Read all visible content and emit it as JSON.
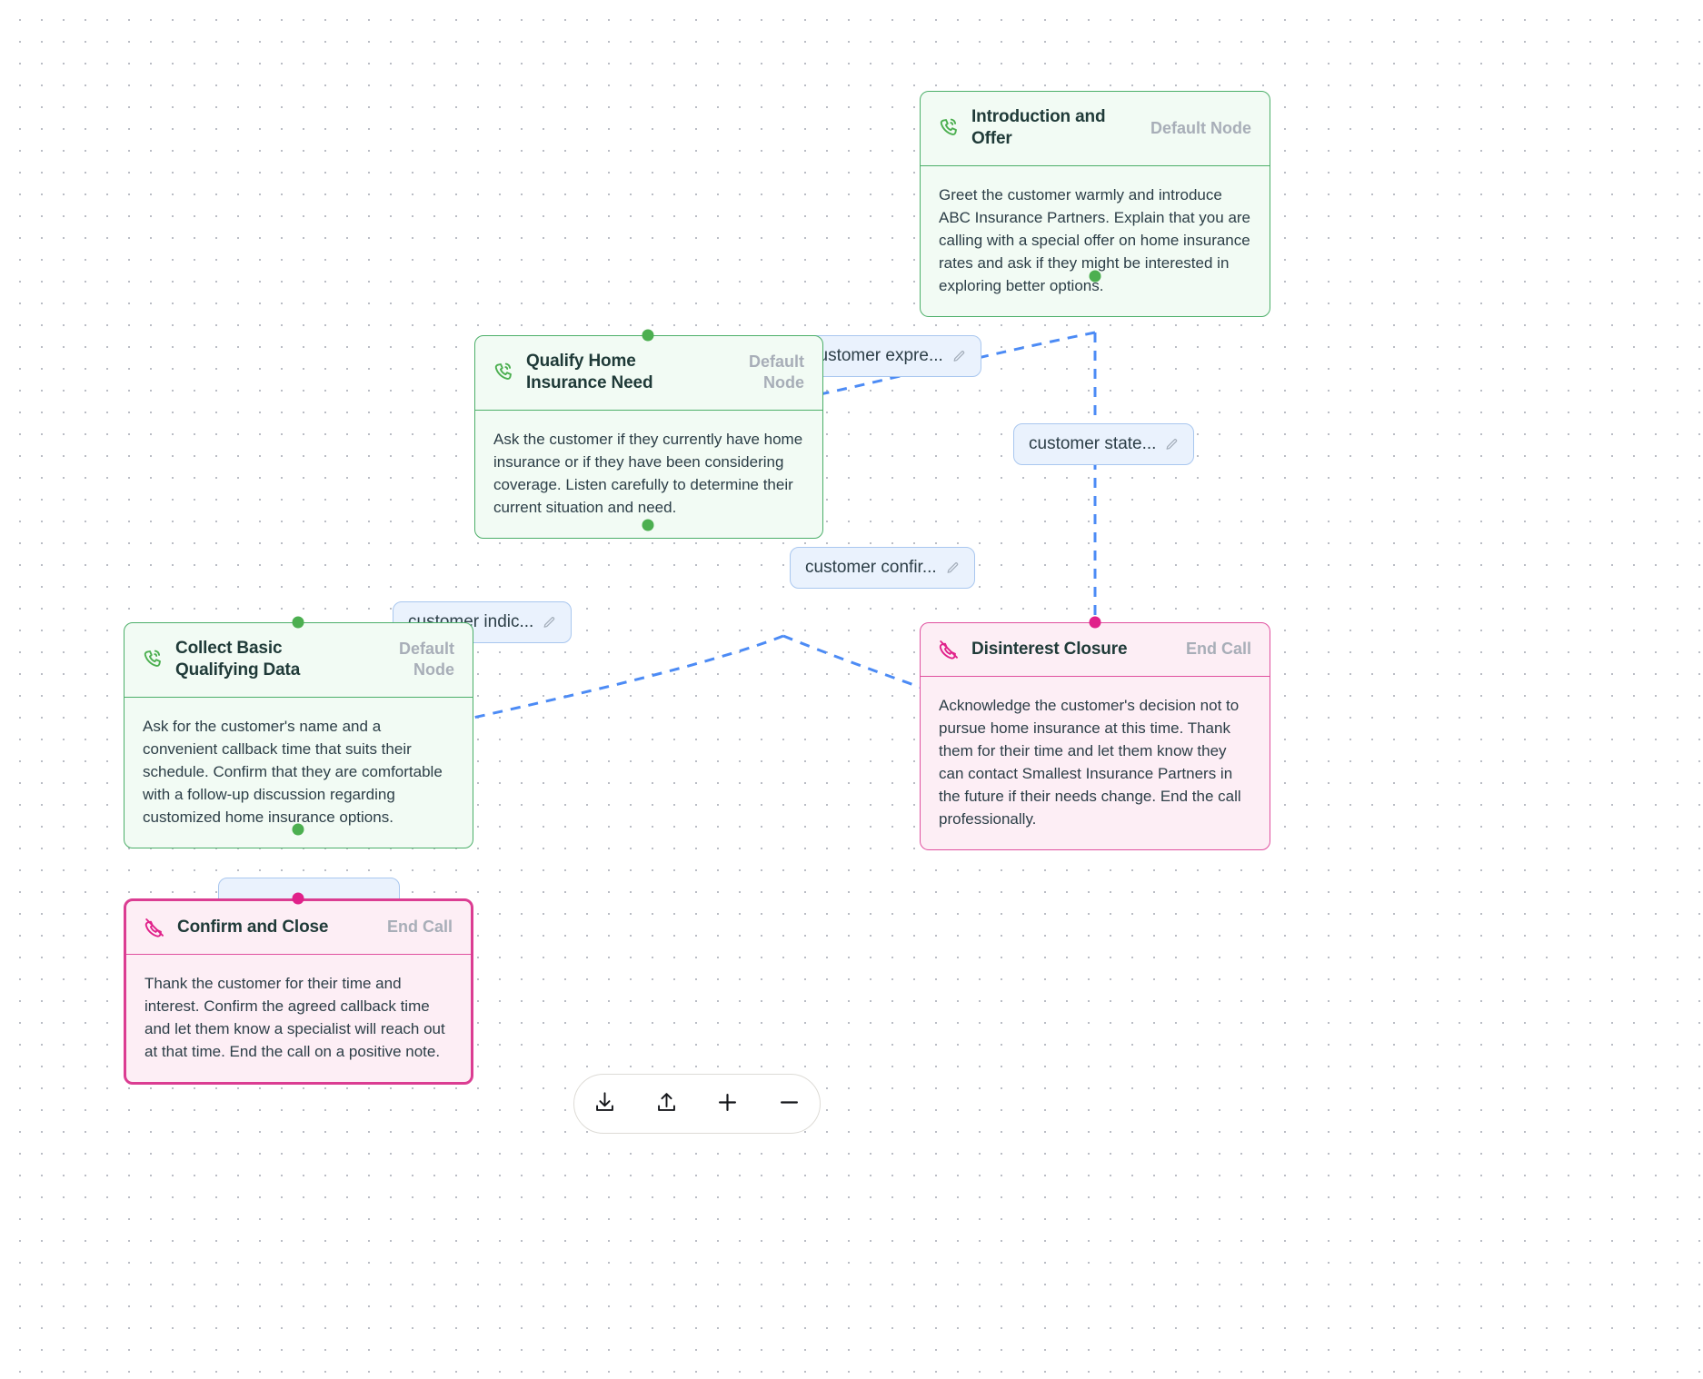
{
  "canvas": {
    "background": "#ffffff",
    "grid_color": "#b9bcc4",
    "grid_spacing": 24
  },
  "colors": {
    "default_node_border": "#4caf69",
    "default_node_bg": "#f2fbf4",
    "end_node_border": "#e0509f",
    "end_node_bg": "#fdeef5",
    "selected_node_border": "#db3d92",
    "edge": "#4c8bf5",
    "edge_label_bg": "#eaf2fd",
    "edge_label_border": "#a9c7ef",
    "handle_green": "#4caf50",
    "handle_pink": "#e0218a",
    "badge_text": "#a8aeb8",
    "title_text": "#1f3a38",
    "body_text": "#2c3e47"
  },
  "nodes": [
    {
      "id": "introduction-and-offer",
      "title": "Introduction and Offer",
      "badge": "Default Node",
      "type": "default",
      "icon": "phone-outgoing-icon",
      "body": "Greet the customer warmly and introduce ABC Insurance Partners. Explain that you are calling with a special offer on home insurance rates and ask if they might be interested in exploring better options."
    },
    {
      "id": "qualify-home-insurance-need",
      "title": "Qualify Home Insurance Need",
      "badge": "Default Node",
      "type": "default",
      "icon": "phone-outgoing-icon",
      "body": "Ask the customer if they currently have home insurance or if they have been considering coverage. Listen carefully to determine their current situation and need."
    },
    {
      "id": "collect-basic-qualifying-data",
      "title": "Collect Basic Qualifying Data",
      "badge": "Default Node",
      "type": "default",
      "icon": "phone-outgoing-icon",
      "body": "Ask for the customer's name and a convenient callback time that suits their schedule. Confirm that they are comfortable with a follow-up discussion regarding customized home insurance options."
    },
    {
      "id": "disinterest-closure",
      "title": "Disinterest Closure",
      "badge": "End Call",
      "type": "end",
      "icon": "phone-off-icon",
      "body": "Acknowledge the customer's decision not to pursue home insurance at this time. Thank them for their time and let them know they can contact Smallest Insurance Partners in the future if their needs change. End the call professionally."
    },
    {
      "id": "confirm-and-close",
      "title": "Confirm and Close",
      "badge": "End Call",
      "type": "end",
      "selected": true,
      "icon": "phone-off-icon",
      "body": "Thank the customer for their time and interest. Confirm the agreed callback time and let them know a specialist will reach out at that time. End the call on a positive note."
    }
  ],
  "edge_labels": [
    {
      "id": "customer-expresses",
      "text": "customer expre...",
      "icon": "pencil-icon"
    },
    {
      "id": "customer-states",
      "text": "customer state...",
      "icon": "pencil-icon"
    },
    {
      "id": "customer-confirms",
      "text": "customer confir...",
      "icon": "pencil-icon"
    },
    {
      "id": "customer-indicates",
      "text": "customer indic...",
      "icon": "pencil-icon"
    },
    {
      "id": "customer-hidden",
      "text": "",
      "icon": "pencil-icon"
    }
  ],
  "toolbar": {
    "buttons": [
      {
        "id": "download",
        "icon": "download-icon",
        "label": ""
      },
      {
        "id": "upload",
        "icon": "upload-icon",
        "label": ""
      },
      {
        "id": "zoom-in",
        "icon": "plus-icon",
        "label": ""
      },
      {
        "id": "zoom-out",
        "icon": "minus-icon",
        "label": ""
      }
    ]
  }
}
